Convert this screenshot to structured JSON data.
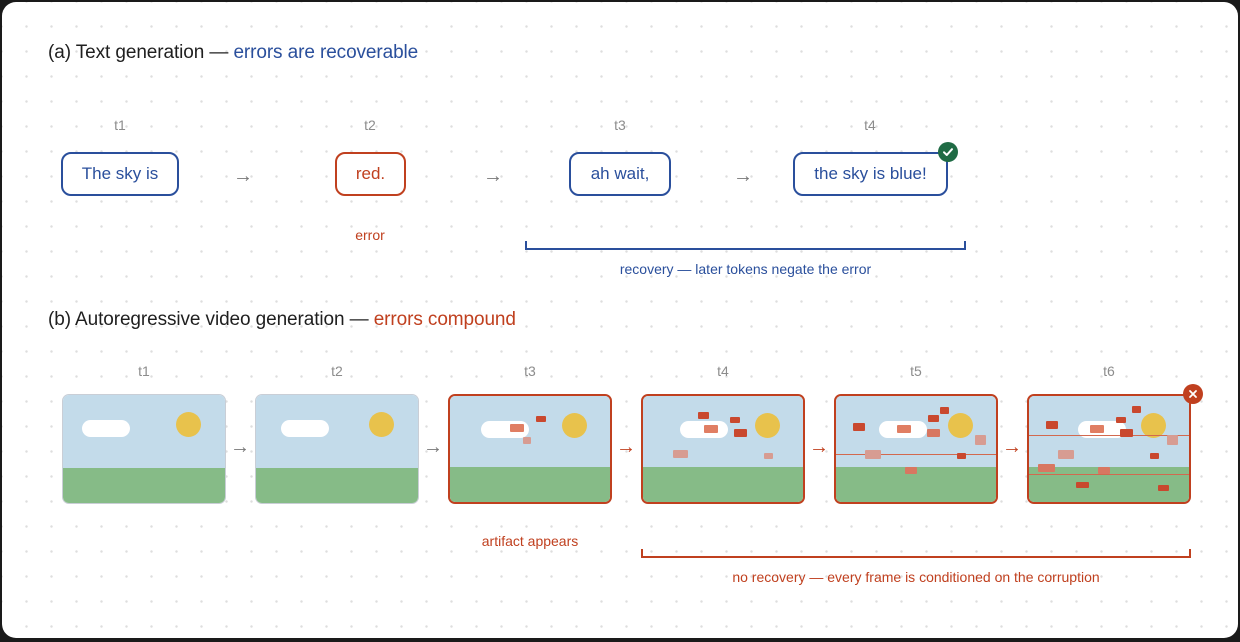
{
  "section_a": {
    "prefix": "(a)  Text generation — ",
    "highlight": "errors are recoverable",
    "steps": [
      {
        "t": "t1",
        "token": "The sky is"
      },
      {
        "t": "t2",
        "token": "red."
      },
      {
        "t": "t3",
        "token": "ah wait,"
      },
      {
        "t": "t4",
        "token": "the sky is blue!"
      }
    ],
    "error_label": "error",
    "recovery_label": "recovery — later tokens negate the error",
    "arrow": "→"
  },
  "section_b": {
    "prefix": "(b)  Autoregressive video generation — ",
    "highlight": "errors compound",
    "frames": [
      "t1",
      "t2",
      "t3",
      "t4",
      "t5",
      "t6"
    ],
    "artifact_label": "artifact appears",
    "no_recovery_label": "no recovery — every frame is conditioned on the corruption",
    "arrow": "→"
  },
  "colors": {
    "accent_blue": "#2a4f9c",
    "accent_red": "#c0401f",
    "success_green": "#1f6b45",
    "sky": "#c3dbea",
    "ground": "#86bb87",
    "sun": "#e8c24c"
  },
  "icons": {
    "success": "check-circle-icon",
    "failure": "x-circle-icon"
  }
}
